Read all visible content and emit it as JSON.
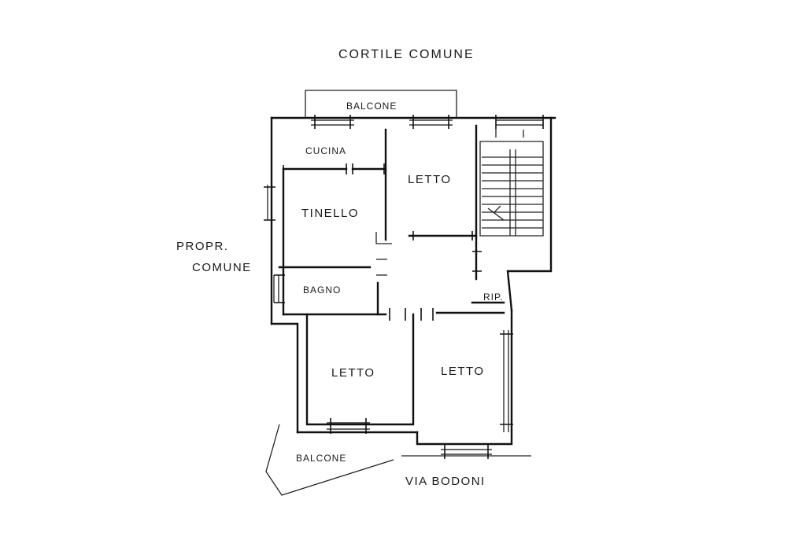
{
  "plan": {
    "labels": {
      "cortile": "CORTILE  COMUNE",
      "balcone_top": "BALCONE",
      "cucina": "CUCINA",
      "letto_north": "LETTO",
      "tinello": "TINELLO",
      "propr": "PROPR.",
      "comune": "COMUNE",
      "bagno": "BAGNO",
      "rip": "RIP.",
      "letto_sw": "LETTO",
      "letto_se": "LETTO",
      "balcone_bottom": "BALCONE",
      "via": "VIA  BODONI"
    }
  }
}
